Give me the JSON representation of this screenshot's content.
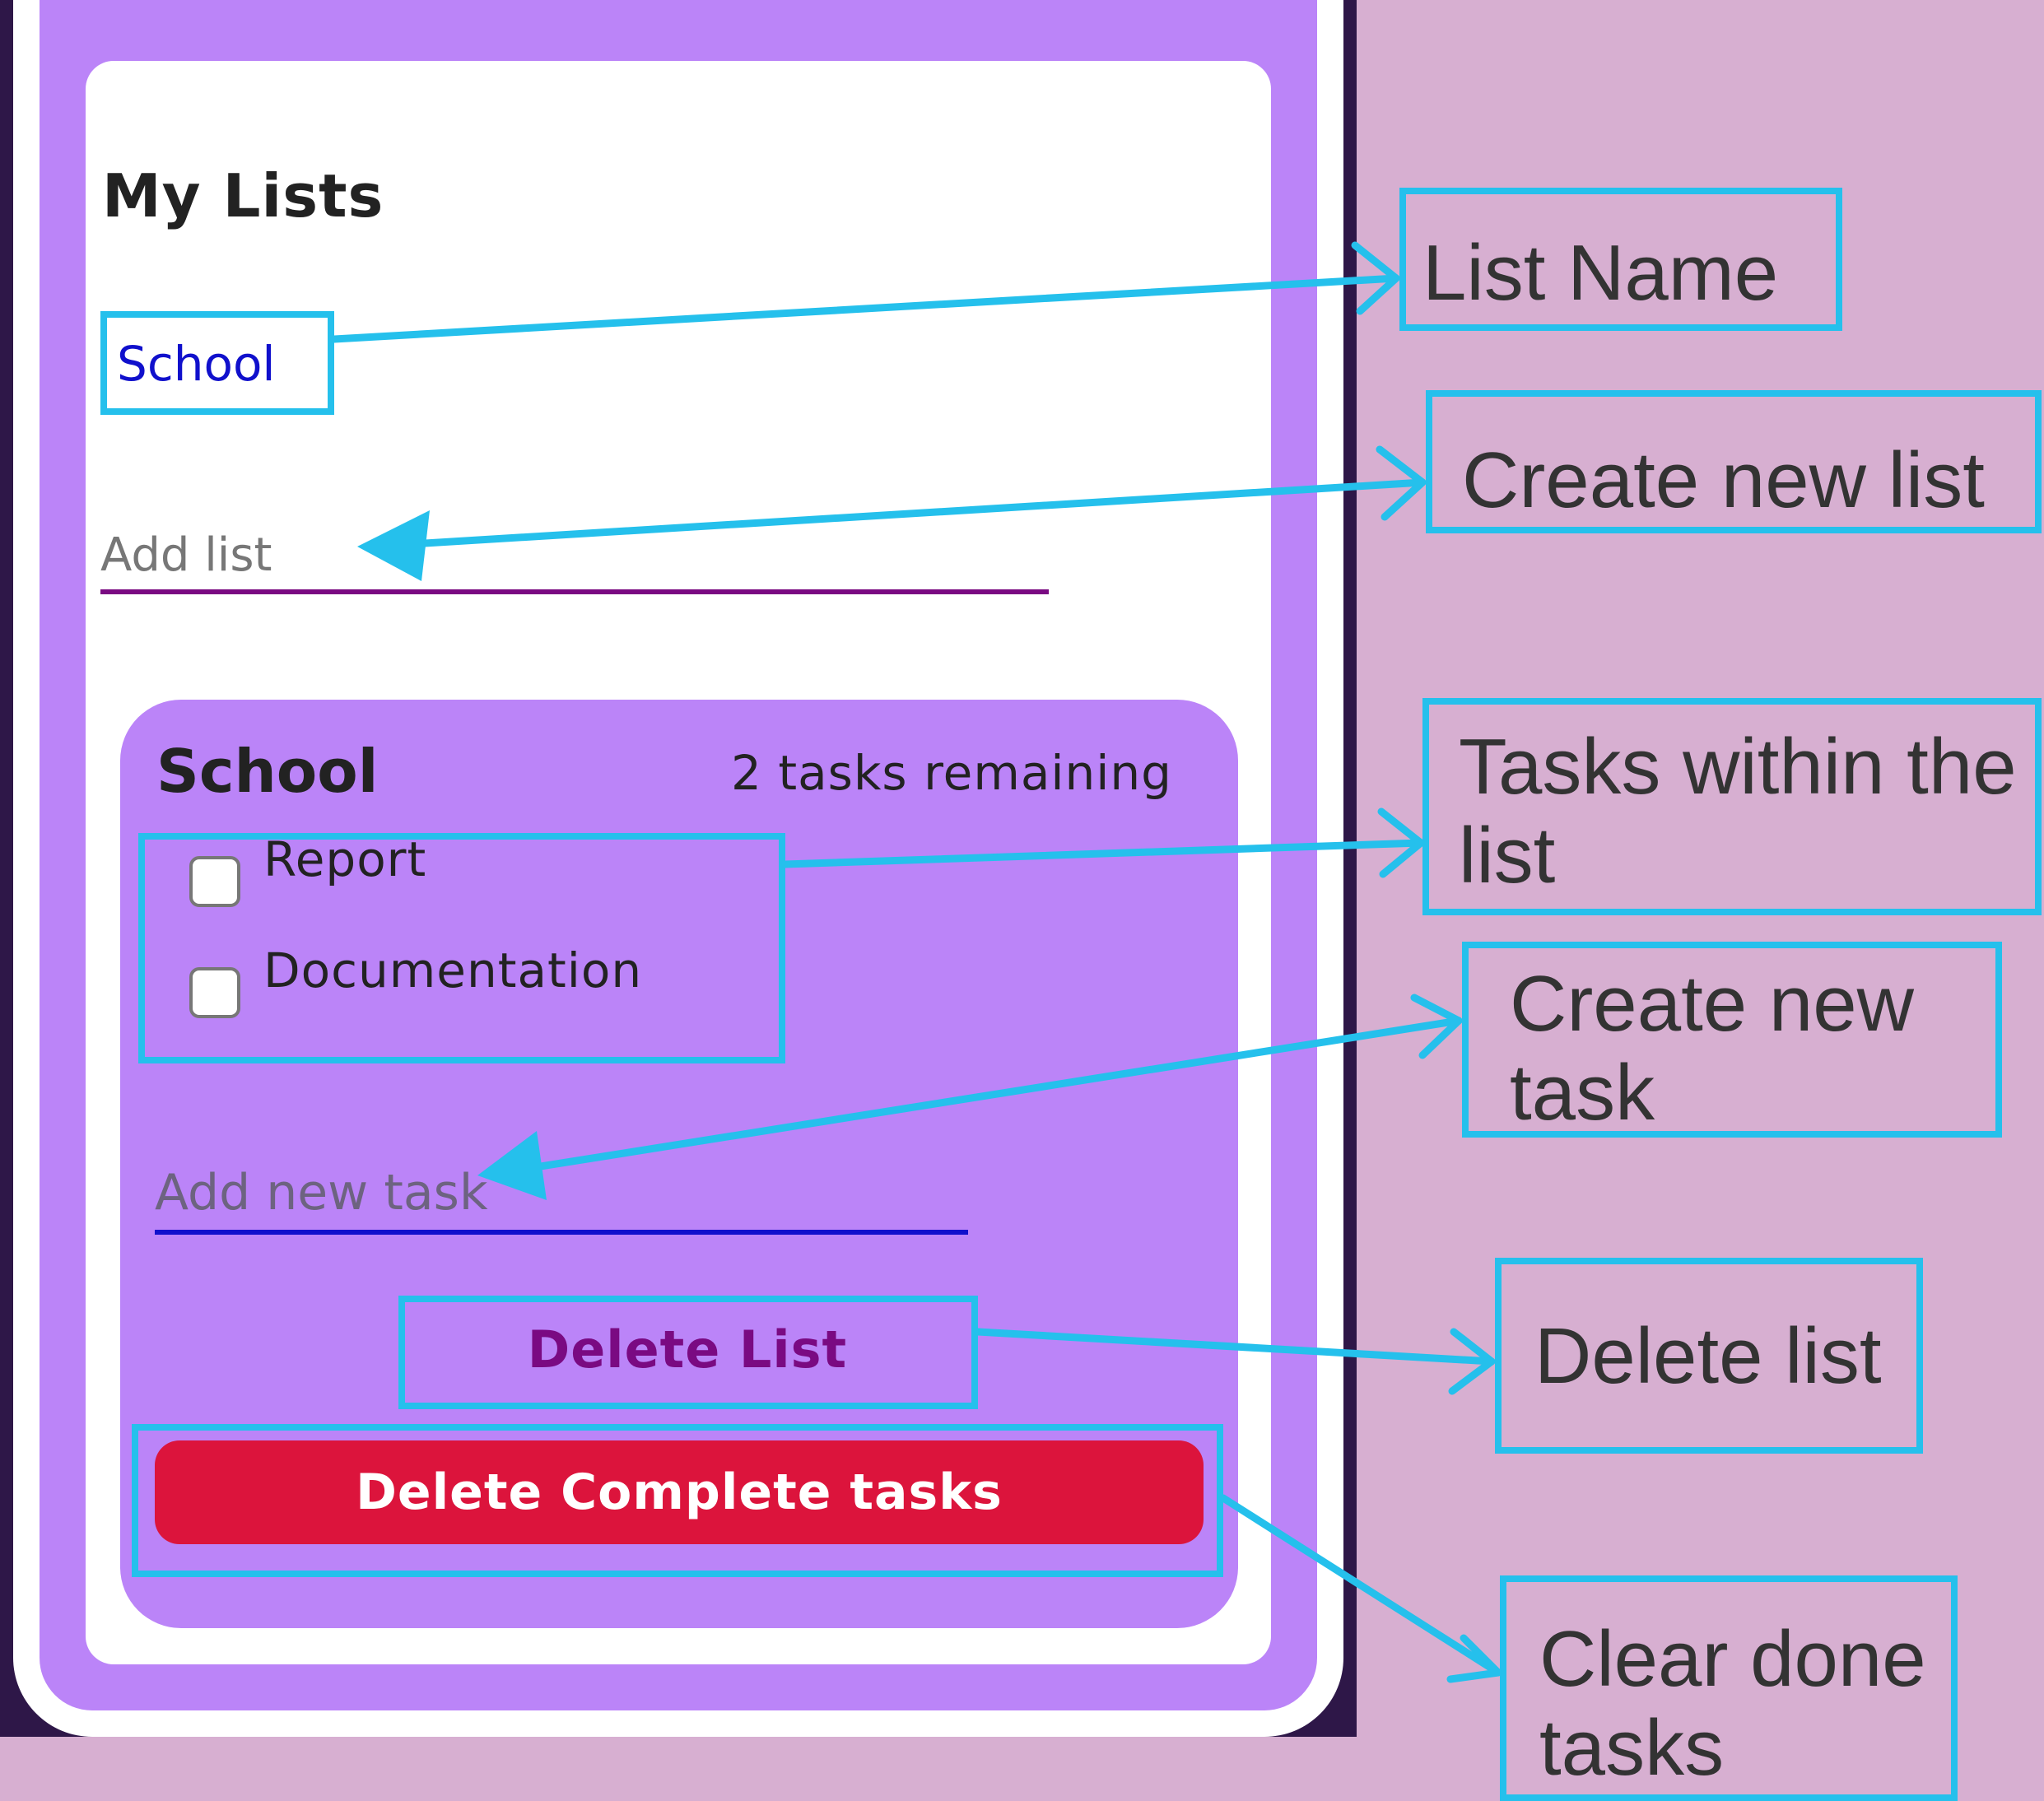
{
  "app": {
    "page_title": "My Lists",
    "list_link": "School",
    "add_list_placeholder": "Add list",
    "list_card": {
      "title": "School",
      "remaining": "2 tasks remaining",
      "tasks": [
        {
          "label": "Report",
          "checked": false
        },
        {
          "label": "Documentation",
          "checked": false
        }
      ],
      "add_task_placeholder": "Add new task",
      "delete_list_label": "Delete List",
      "delete_complete_label": "Delete Complete tasks"
    }
  },
  "callouts": {
    "list_name": "List Name",
    "create_list": "Create new list",
    "tasks_within": {
      "line1": "Tasks within the",
      "line2": "list"
    },
    "create_task": {
      "line1": "Create new",
      "line2": "task"
    },
    "delete_list": "Delete list",
    "clear_done": {
      "line1": "Clear done",
      "line2": "tasks"
    }
  },
  "colors": {
    "background": "#d7afd1",
    "phone_purple": "#bb84f8",
    "highlight": "#25c0ec",
    "danger": "#dc143c",
    "link_blue": "#1010cc",
    "accent_purple": "#7a0a82"
  }
}
